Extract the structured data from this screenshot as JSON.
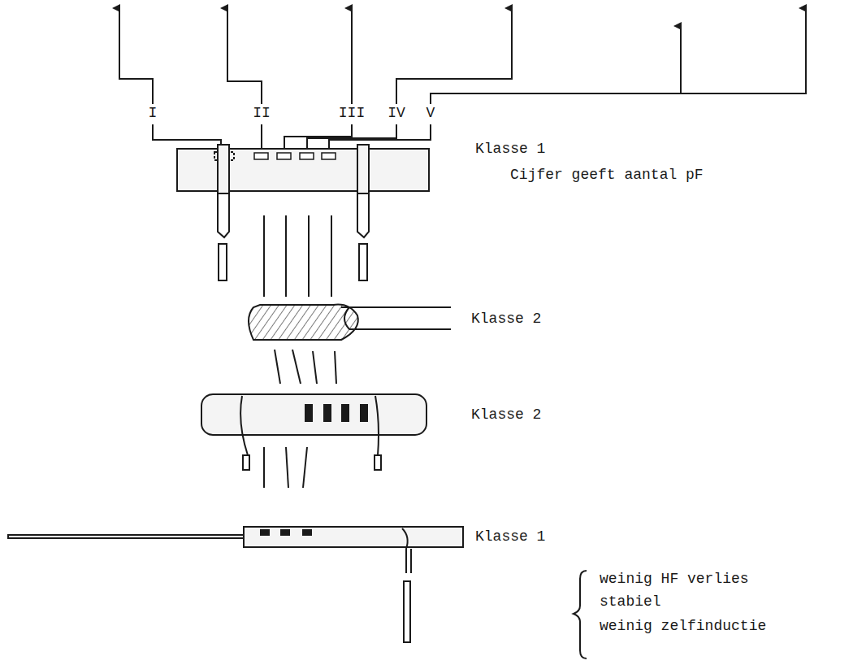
{
  "diagram": {
    "labels": [
      "I",
      "II",
      "III",
      "IV",
      "V",
      "Klasse 1",
      "Cijfer geeft aantal pF",
      "Klasse 2",
      "Klasse 2",
      "Klasse 1",
      "weinig HF verlies",
      "stabiel",
      "weinig zelfinductie"
    ]
  }
}
